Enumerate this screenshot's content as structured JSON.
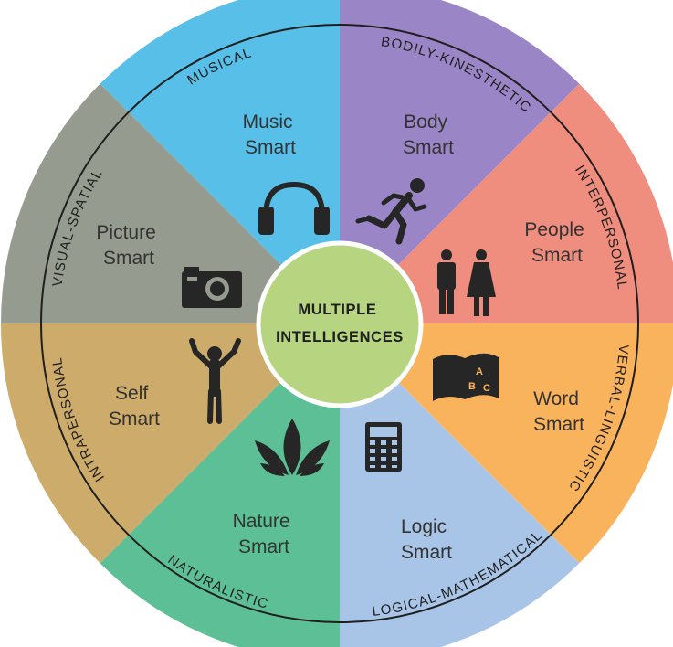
{
  "center": {
    "line1": "MULTIPLE",
    "line2": "INTELLIGENCES"
  },
  "sectors": [
    {
      "key": "musical",
      "ring_label": "MUSICAL",
      "line1": "Music",
      "line2": "Smart",
      "color": "#57bfe8",
      "icon": "headphones-icon"
    },
    {
      "key": "bodily",
      "ring_label": "BODILY-KINESTHETIC",
      "line1": "Body",
      "line2": "Smart",
      "color": "#9a86c6",
      "icon": "running-person-icon"
    },
    {
      "key": "interpersonal",
      "ring_label": "INTERPERSONAL",
      "line1": "People",
      "line2": "Smart",
      "color": "#ef8d7e",
      "icon": "man-woman-icon"
    },
    {
      "key": "verbal",
      "ring_label": "VERBAL-LINGUISTIC",
      "line1": "Word",
      "line2": "Smart",
      "color": "#f9b35c",
      "icon": "abc-book-icon"
    },
    {
      "key": "logical",
      "ring_label": "LOGICAL-MATHEMATICAL",
      "line1": "Logic",
      "line2": "Smart",
      "color": "#a8c4e6",
      "icon": "calculator-icon"
    },
    {
      "key": "naturalistic",
      "ring_label": "NATURALISTIC",
      "line1": "Nature",
      "line2": "Smart",
      "color": "#5dbf96",
      "icon": "plant-leaves-icon"
    },
    {
      "key": "intrapersonal",
      "ring_label": "INTRAPERSONAL",
      "line1": "Self",
      "line2": "Smart",
      "color": "#cdab6a",
      "icon": "arms-raised-person-icon"
    },
    {
      "key": "visual",
      "ring_label": "VISUAL-SPATIAL",
      "line1": "Picture",
      "line2": "Smart",
      "color": "#969b8f",
      "icon": "camera-icon"
    }
  ],
  "colors": {
    "center_fill": "#b7d581",
    "ring_line": "#1f1f1f",
    "icon": "#262626"
  }
}
